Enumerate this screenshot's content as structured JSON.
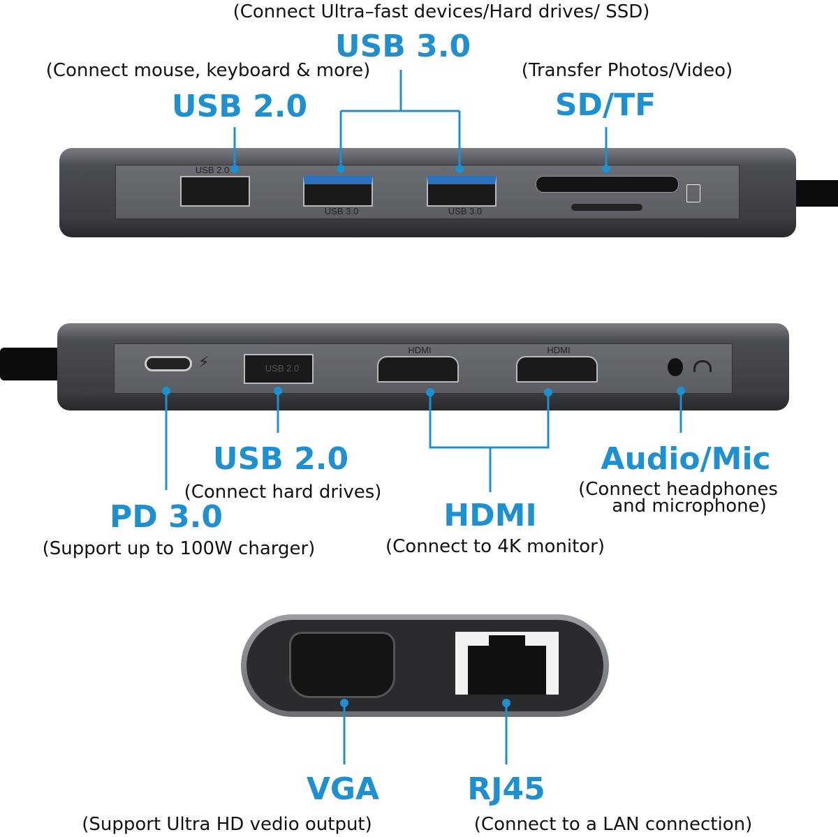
{
  "accent_color": "#1e8fd0",
  "top": {
    "usb30": {
      "title": "USB 3.0",
      "desc": "(Connect Ultra–fast devices/Hard drives/ SSD)"
    },
    "usb20": {
      "title": "USB 2.0",
      "desc": "(Connect mouse, keyboard & more)"
    },
    "sdtf": {
      "title": "SD/TF",
      "desc": "(Transfer Photos/Video)"
    },
    "port_labels": [
      "USB 2.0",
      "USB 3.0",
      "USB 3.0"
    ]
  },
  "middle": {
    "port_labels": [
      "USB 2.0",
      "HDMI",
      "HDMI"
    ],
    "usb20": {
      "title": "USB 2.0",
      "desc": "(Connect hard drives)"
    },
    "pd": {
      "title": "PD 3.0",
      "desc": "(Support up to 100W charger)"
    },
    "hdmi": {
      "title": "HDMI",
      "desc": "(Connect to 4K monitor)"
    },
    "audio": {
      "title": "Audio/Mic",
      "desc_line1": "(Connect headphones",
      "desc_line2": "and microphone)"
    }
  },
  "bottom": {
    "vga": {
      "title": "VGA",
      "desc": "(Support Ultra HD vedio output)"
    },
    "rj45": {
      "title": "RJ45",
      "desc": "(Connect to a LAN connection)"
    }
  }
}
